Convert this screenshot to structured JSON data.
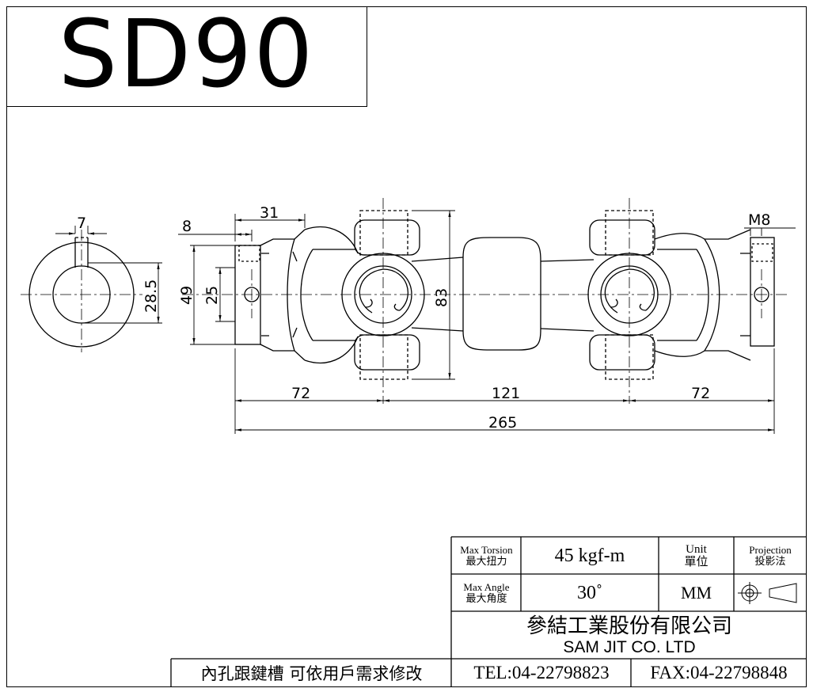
{
  "part": {
    "model": "SD90"
  },
  "dimensions": {
    "keyway_width": "7",
    "keyway_height": "28.5",
    "set_screw_offset": "8",
    "hub_length": "31",
    "thread": "M8",
    "yoke_outer_dia": "49",
    "bore_dia": "25",
    "overall_height": "83",
    "end_left": "72",
    "center_span": "121",
    "end_right": "72",
    "overall_length": "265"
  },
  "title_block": {
    "max_torsion_label_en": "Max Torsion",
    "max_torsion_label_cn": "最大扭力",
    "max_torsion_value": "45 kgf-m",
    "unit_label_en": "Unit",
    "unit_label_cn": "單位",
    "projection_label_en": "Projection",
    "projection_label_cn": "投影法",
    "max_angle_label_en": "Max Angle",
    "max_angle_label_cn": "最大角度",
    "max_angle_value": "30˚",
    "unit_value": "MM",
    "company_cn": "參結工業股份有限公司",
    "company_en": "SAM JIT CO. LTD",
    "tel": "TEL:04-22798823",
    "fax": "FAX:04-22798848",
    "note": "內孔跟鍵槽 可依用戶需求修改"
  }
}
